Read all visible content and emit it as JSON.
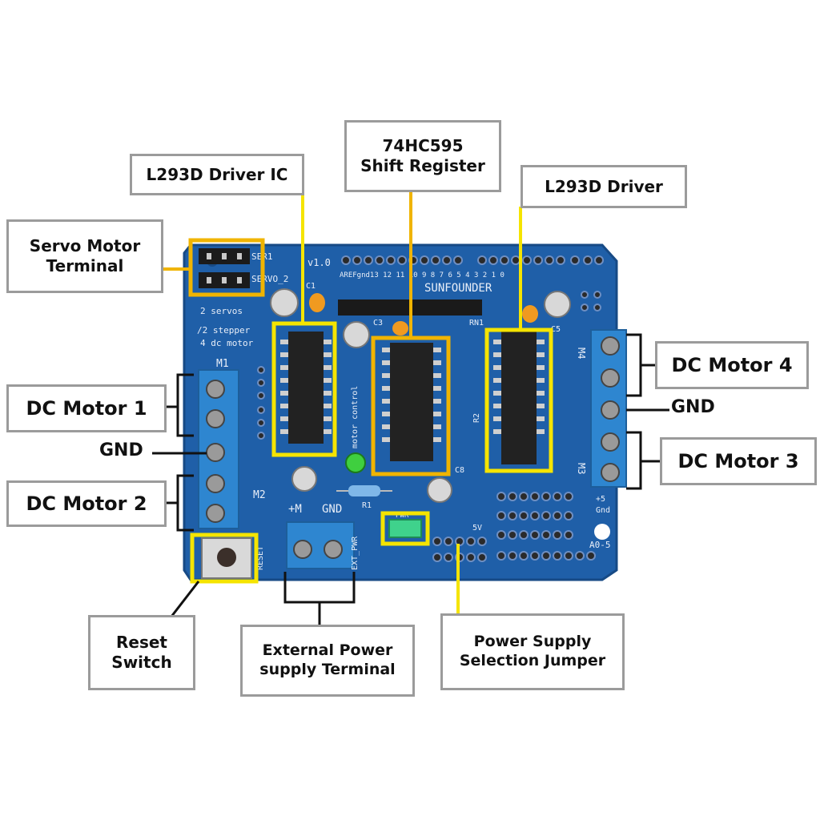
{
  "callouts": {
    "l293d_ic": "L293D Driver IC",
    "shift_register": {
      "line1": "74HC595",
      "line2": "Shift Register"
    },
    "l293d_driver": "L293D Driver",
    "servo": {
      "line1": "Servo Motor",
      "line2": "Terminal"
    },
    "dc_motor_1": "DC Motor 1",
    "dc_motor_2": "DC Motor 2",
    "dc_motor_3": "DC Motor 3",
    "dc_motor_4": "DC Motor 4",
    "gnd_left": "GND",
    "gnd_right": "GND",
    "reset": {
      "line1": "Reset",
      "line2": "Switch"
    },
    "ext_power": {
      "line1": "External Power",
      "line2": "supply Terminal"
    },
    "jumper": {
      "line1": "Power Supply",
      "line2": "Selection Jumper"
    }
  },
  "pcb": {
    "brand": "SUNFOUNDER",
    "version": "v1.0",
    "header_pins": "AREFgnd13 12 11 10 9  8   7  6  5  4  3  2  1  0",
    "ser1": "SER1",
    "servo2": "SERVO_2",
    "servos_text": "2 servos",
    "stepper_text": "/2 stepper",
    "dc_text": "4 dc motor",
    "m1": "M1",
    "m2": "M2",
    "m3": "M3",
    "m4": "M4",
    "plus_m": "+M",
    "gnd": "GND",
    "ext_pwr": "EXT_PWR",
    "reset": "RESET",
    "pwr": "PWR",
    "five_v": "5V",
    "plus5": "+5",
    "gnd_small": "Gnd",
    "a0_5": "A0-5",
    "c1": "C1",
    "c3": "C3",
    "c5": "C5",
    "c8": "C8",
    "rn1": "RN1",
    "r1": "R1",
    "r2": "R2",
    "motor_control": "motor control"
  },
  "colors": {
    "pcb": "#1f5fa8",
    "highlight_yellow": "#f5e400",
    "highlight_orange": "#f0b400",
    "terminal_blue": "#2e86d0"
  }
}
